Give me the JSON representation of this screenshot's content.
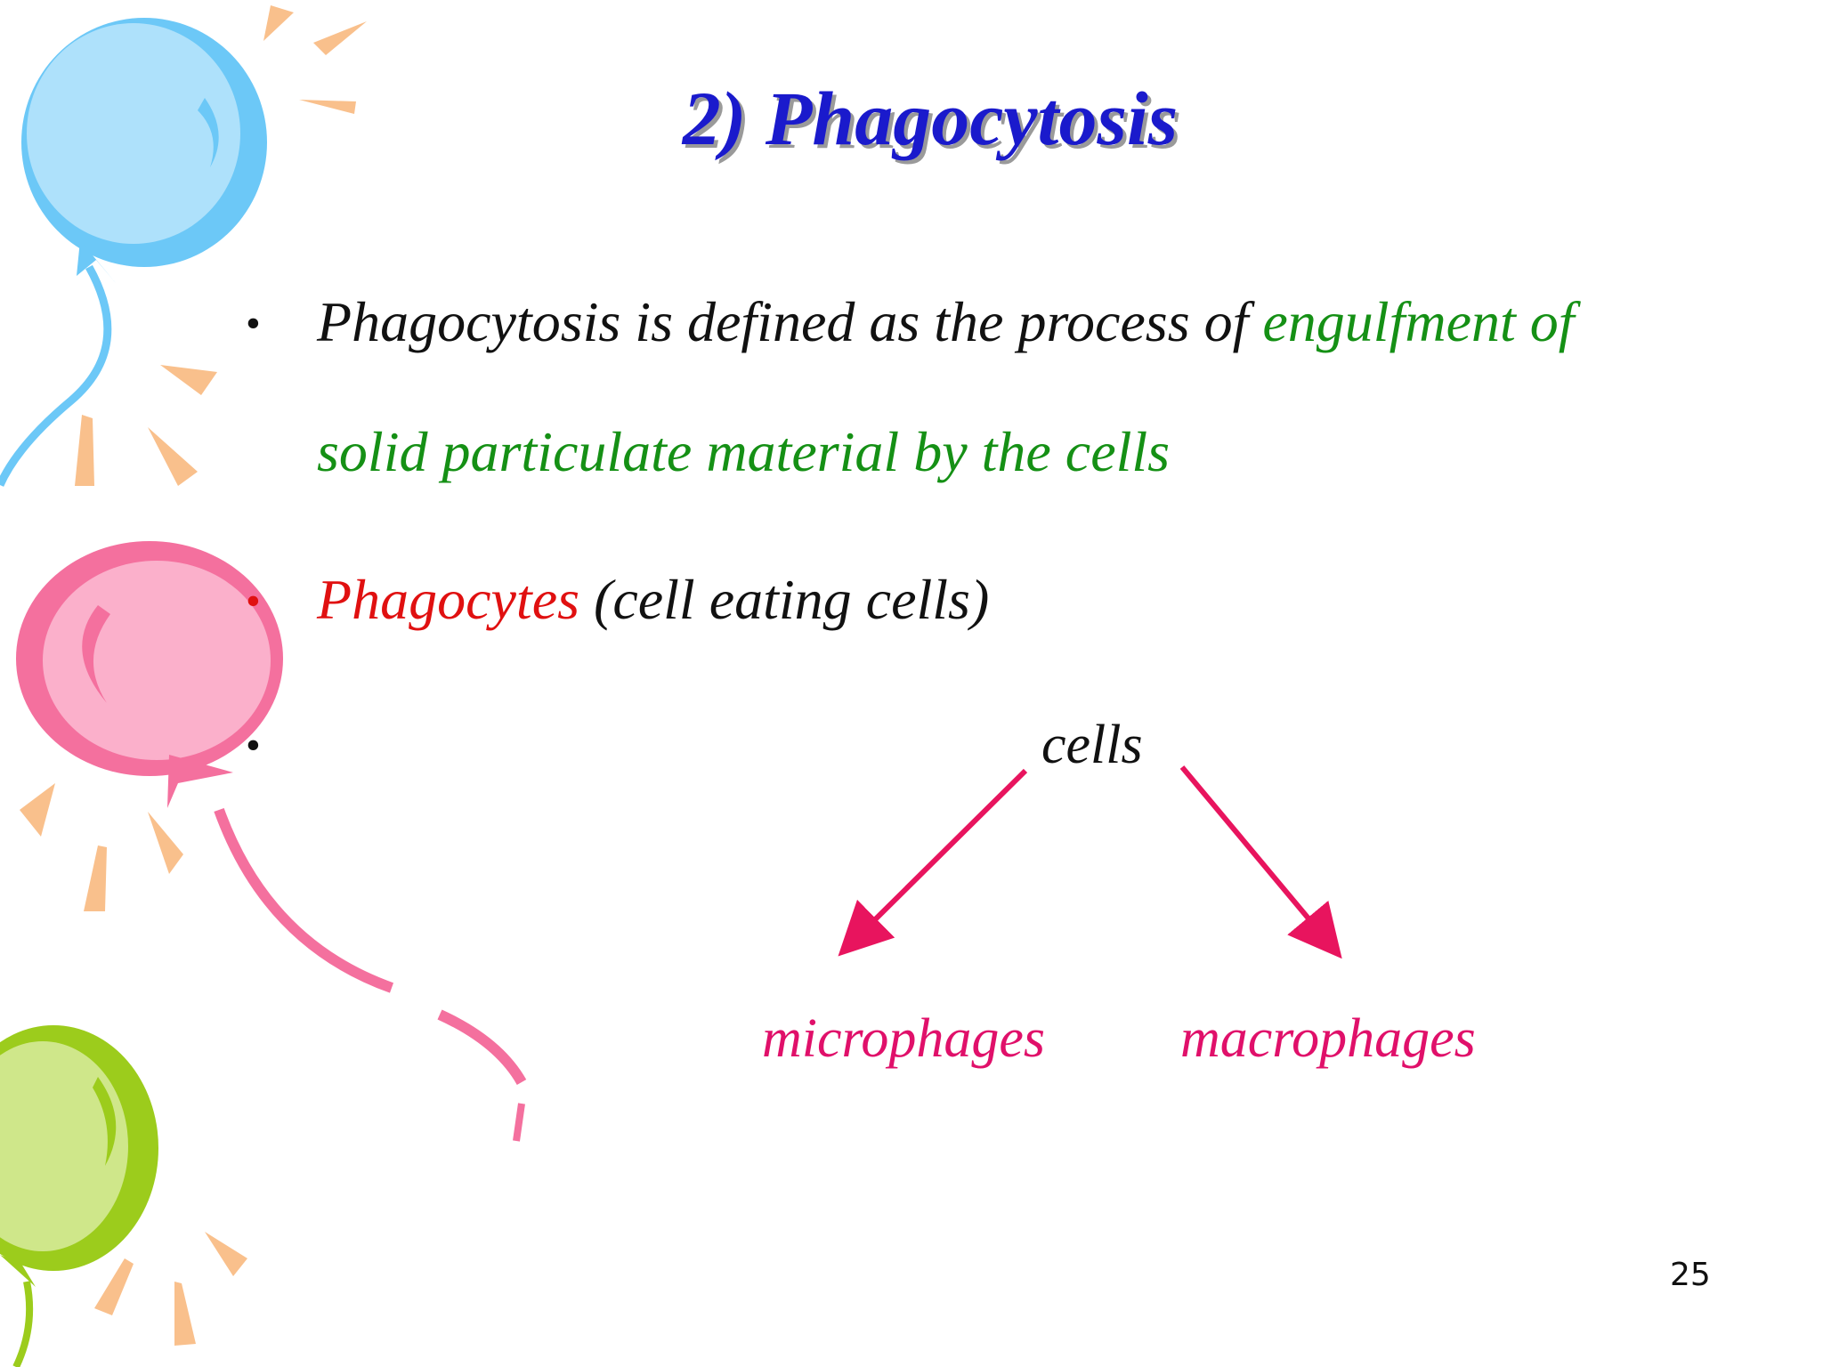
{
  "slide": {
    "title": "2) Phagocytosis",
    "bullets": {
      "b1_part1": "Phagocytosis is defined as the process of ",
      "b1_part2": "engulfment of",
      "b1_line2": "solid particulate material by the cells",
      "b2_part1": "Phagocytes",
      "b2_part2": " (cell eating cells)"
    },
    "tree": {
      "root": "cells",
      "left": "microphages",
      "right": "macrophages"
    },
    "page_number": "25"
  },
  "colors": {
    "title": "#1a1acc",
    "highlight_green": "#159015",
    "highlight_red": "#e01010",
    "tree_pink": "#e0106a",
    "balloon_blue": "#6cc8f7",
    "balloon_pink": "#f4709e",
    "balloon_green": "#9ccc1c",
    "confetti": "#f9c08c"
  },
  "decoration": {
    "icons": [
      "blue-balloon-icon",
      "pink-balloon-icon",
      "green-balloon-icon",
      "confetti-icon"
    ]
  }
}
